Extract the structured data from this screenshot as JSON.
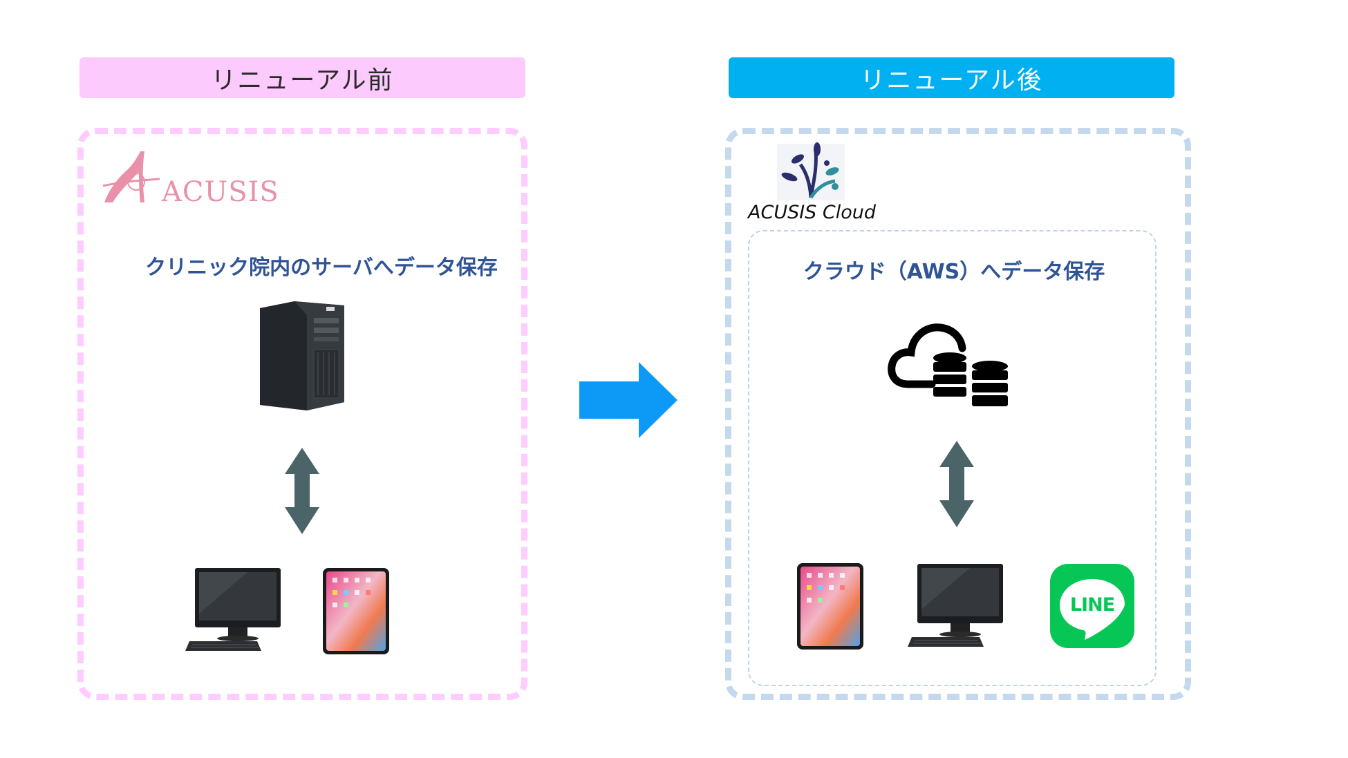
{
  "before": {
    "header": "リニューアル前",
    "brand_name": "ACUSIS",
    "caption": "クリニック院内のサーバへデータ保存"
  },
  "after": {
    "header": "リニューアル後",
    "brand_name": "ACUSIS Cloud",
    "caption": "クラウド（AWS）へデータ保存",
    "line_logo_text": "LINE"
  },
  "colors": {
    "before_header": "#fccafc",
    "after_header": "#00b0f0",
    "before_border": "#ffccff",
    "after_border": "#c5d9ee",
    "arrow": "#0d99f6",
    "sync_arrow": "#4a6467",
    "caption": "#2f5496",
    "line_green": "#06c755"
  },
  "icons": [
    "acusis-heel-logo-icon",
    "server-tower-icon",
    "sync-arrow-icon",
    "desktop-pc-icon",
    "tablet-icon",
    "acusis-cloud-leaf-icon",
    "cloud-database-icon",
    "line-app-icon",
    "transition-arrow-icon"
  ]
}
